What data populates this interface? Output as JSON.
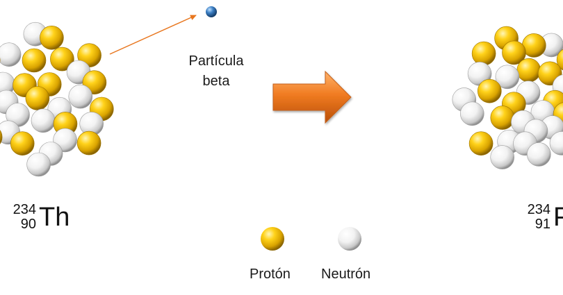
{
  "particle": {
    "label_line1": "Partícula",
    "label_line2": "beta"
  },
  "parent": {
    "mass_number": "234",
    "atomic_number": "90",
    "symbol": "Th"
  },
  "daughter": {
    "mass_number": "234",
    "atomic_number": "91",
    "symbol": "Pa"
  },
  "legend": {
    "proton_label": "Protón",
    "neutron_label": "Neutrón"
  },
  "colors": {
    "proton": "#e6b400",
    "neutron": "#f2f2f2",
    "beta": "#2f6fae",
    "arrow": "#e8761e"
  }
}
